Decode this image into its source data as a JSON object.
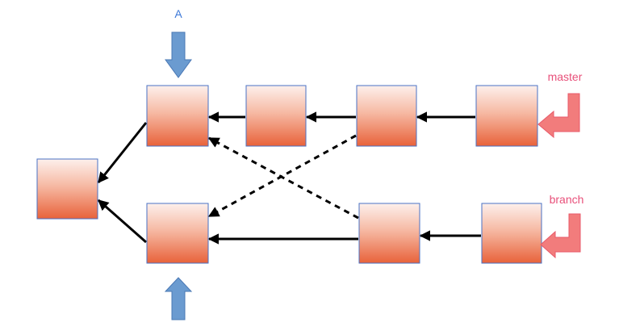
{
  "labels": {
    "commit_a": "A",
    "master": "master",
    "branch": "branch"
  },
  "colors": {
    "node_gradient_top": "#fdf0ec",
    "node_gradient_bottom": "#e8623a",
    "node_border": "#4a72c4",
    "ref_arrow_fill": "#f27c7c",
    "ref_arrow_stroke": "#e85a6a",
    "ref_label": "#e8507a",
    "pointer_fill": "#6b9bd0",
    "pointer_stroke": "#4a78b5",
    "commit_label": "#3c78d8",
    "edge": "#000000"
  },
  "icons": {
    "ref_pointer": "bent-arrow-left-icon",
    "commit_pointer": "block-arrow-icon"
  }
}
